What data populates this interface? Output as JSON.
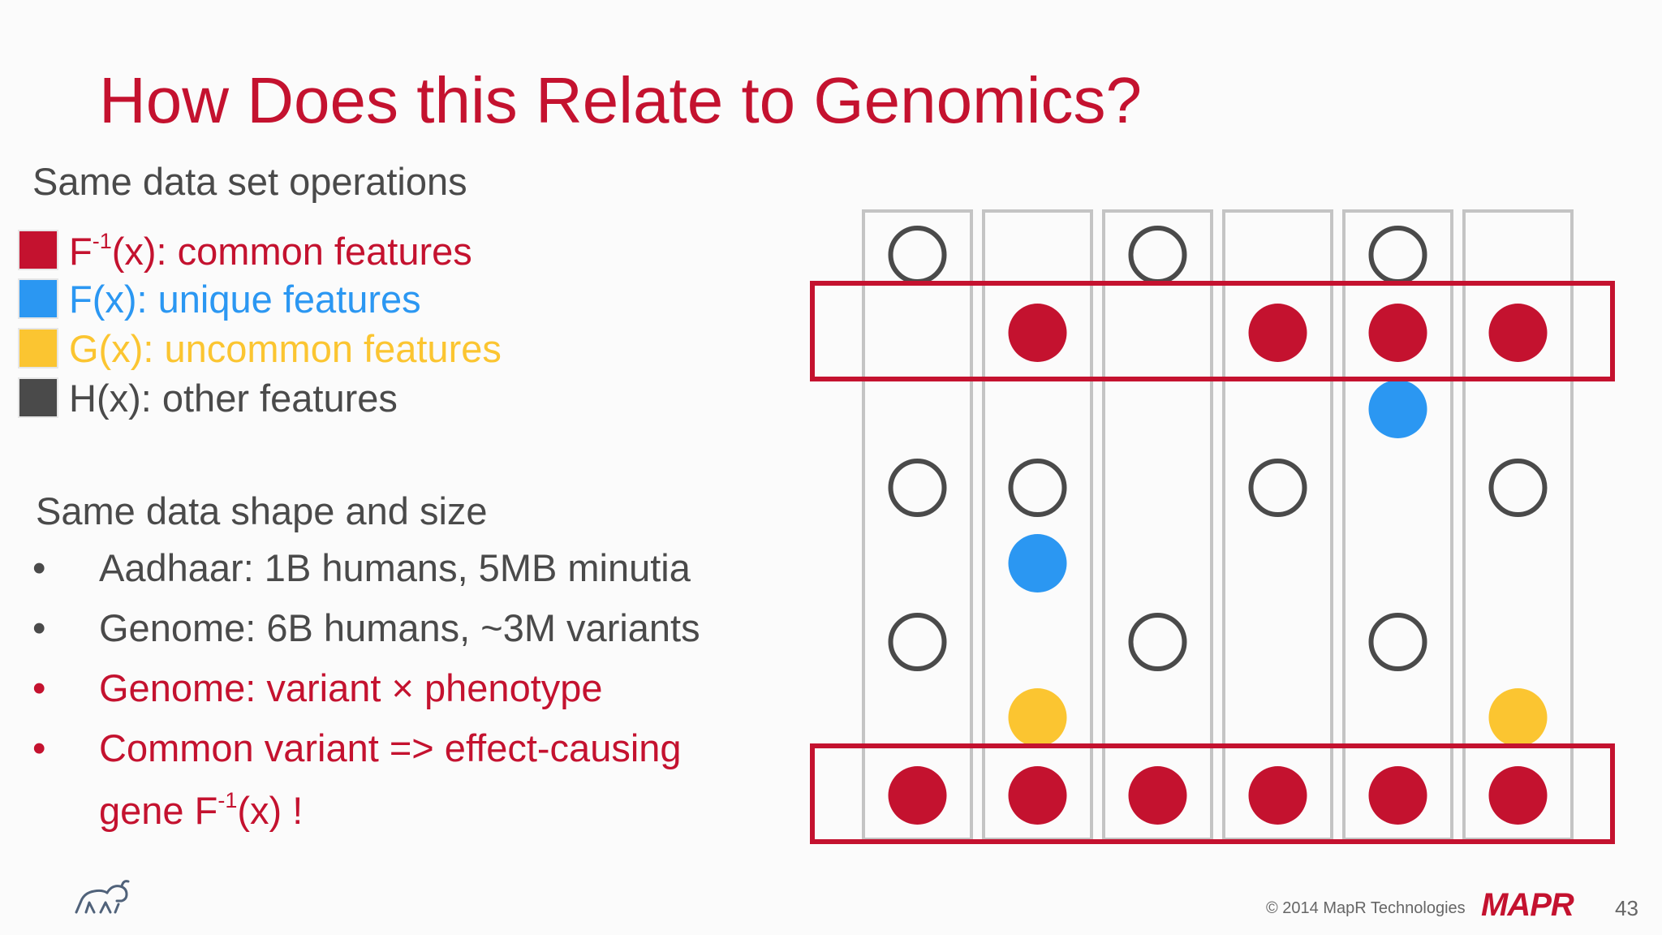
{
  "slide": {
    "title": "How Does this Relate to Genomics?",
    "section1": "Same data set operations",
    "legend": [
      {
        "prefix": "F",
        "sup": "-1",
        "suffix": "(x): common features",
        "color": "#c4122f"
      },
      {
        "prefix": "F(x): unique features",
        "sup": "",
        "suffix": "",
        "color": "#2b97f2"
      },
      {
        "prefix": "G(x): uncommon features",
        "sup": "",
        "suffix": "",
        "color": "#fbc531"
      },
      {
        "prefix": "H(x): other features",
        "sup": "",
        "suffix": "",
        "color": "#4a4a4a"
      }
    ],
    "section2": "Same data shape and size",
    "bullets": [
      {
        "dot": "•",
        "text": "Aadhaar: 1B humans, 5MB minutia",
        "color": "#4a4a4a"
      },
      {
        "dot": "•",
        "text": "Genome: 6B humans, ~3M variants",
        "color": "#4a4a4a"
      },
      {
        "dot": "•",
        "text": "Genome: variant × phenotype",
        "color": "#c4122f"
      },
      {
        "dot": "•",
        "line1": "Common variant => effect-causing",
        "line2_prefix": "gene F",
        "line2_sup": "-1",
        "line2_suffix": "(x) !",
        "color": "#c4122f"
      }
    ]
  },
  "diagram": {
    "columns": 6,
    "cells": [
      {
        "col": 0,
        "row": 0,
        "kind": "other"
      },
      {
        "col": 2,
        "row": 0,
        "kind": "other"
      },
      {
        "col": 4,
        "row": 0,
        "kind": "other"
      },
      {
        "col": 1,
        "row": 1,
        "kind": "common"
      },
      {
        "col": 3,
        "row": 1,
        "kind": "common"
      },
      {
        "col": 4,
        "row": 1,
        "kind": "common"
      },
      {
        "col": 5,
        "row": 1,
        "kind": "common"
      },
      {
        "col": 4,
        "row": 2,
        "kind": "unique"
      },
      {
        "col": 0,
        "row": 3,
        "kind": "other"
      },
      {
        "col": 1,
        "row": 3,
        "kind": "other"
      },
      {
        "col": 3,
        "row": 3,
        "kind": "other"
      },
      {
        "col": 5,
        "row": 3,
        "kind": "other"
      },
      {
        "col": 1,
        "row": 4,
        "kind": "unique"
      },
      {
        "col": 0,
        "row": 5,
        "kind": "other"
      },
      {
        "col": 2,
        "row": 5,
        "kind": "other"
      },
      {
        "col": 4,
        "row": 5,
        "kind": "other"
      },
      {
        "col": 1,
        "row": 6,
        "kind": "uncommon"
      },
      {
        "col": 5,
        "row": 6,
        "kind": "uncommon"
      },
      {
        "col": 0,
        "row": 7,
        "kind": "common"
      },
      {
        "col": 1,
        "row": 7,
        "kind": "common"
      },
      {
        "col": 2,
        "row": 7,
        "kind": "common"
      },
      {
        "col": 3,
        "row": 7,
        "kind": "common"
      },
      {
        "col": 4,
        "row": 7,
        "kind": "common"
      },
      {
        "col": 5,
        "row": 7,
        "kind": "common"
      }
    ],
    "highlighted_rows": [
      1,
      7
    ],
    "colors": {
      "common": "#c4122f",
      "unique": "#2b97f2",
      "uncommon": "#fbc531",
      "other": "#4a4a4a",
      "column_border": "#c4c4c4",
      "highlight_border": "#c4122f"
    }
  },
  "footer": {
    "copyright": "© 2014 MapR Technologies",
    "brand": "MAPR",
    "page": "43"
  }
}
